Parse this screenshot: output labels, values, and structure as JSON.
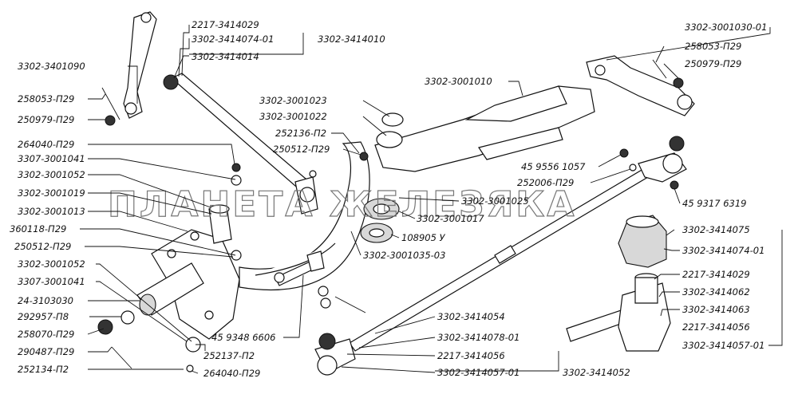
{
  "watermark": "ПЛАНЕТА ЖЕЛЕЗЯКА",
  "labels": {
    "l01": "2217-3414029",
    "l02": "3302-3414074-01",
    "l03": "3302-3414010",
    "l04": "3302-3414014",
    "l05": "3302-3401090",
    "l06": "258053-П29",
    "l07": "250979-П29",
    "l08": "264040-П29",
    "l09": "3307-3001041",
    "l10": "3302-3001052",
    "l11": "3302-3001019",
    "l12": "3302-3001013",
    "l13": "360118-П29",
    "l14": "250512-П29",
    "l15": "3302-3001052",
    "l16": "3307-3001041",
    "l17": "24-3103030",
    "l18": "292957-П8",
    "l19": "258070-П29",
    "l20": "290487-П29",
    "l21": "252134-П2",
    "l22": "264040-П29",
    "l23": "252137-П2",
    "l24": "45 9348 6606",
    "l25": "3302-3001023",
    "l26": "3302-3001022",
    "l27": "252136-П2",
    "l28": "250512-П29",
    "l29": "3302-3001010",
    "l30": "3302-3001030-01",
    "l31": "258053-П29",
    "l32": "250979-П29",
    "l33": "45 9556 1057",
    "l34": "252006-П29",
    "l35": "3302-3001025",
    "l36": "3302-3001017",
    "l37": "108905 У",
    "l38": "3302-3001035-03",
    "l39": "45 9317 6319",
    "l40": "3302-3414075",
    "l41": "3302-3414074-01",
    "l42": "2217-3414029",
    "l43": "3302-3414062",
    "l44": "3302-3414063",
    "l45": "2217-3414056",
    "l46": "3302-3414057-01",
    "l47": "3302-3414054",
    "l48": "3302-3414078-01",
    "l49": "2217-3414056",
    "l50": "3302-3414057-01",
    "l51": "3302-3414052"
  }
}
